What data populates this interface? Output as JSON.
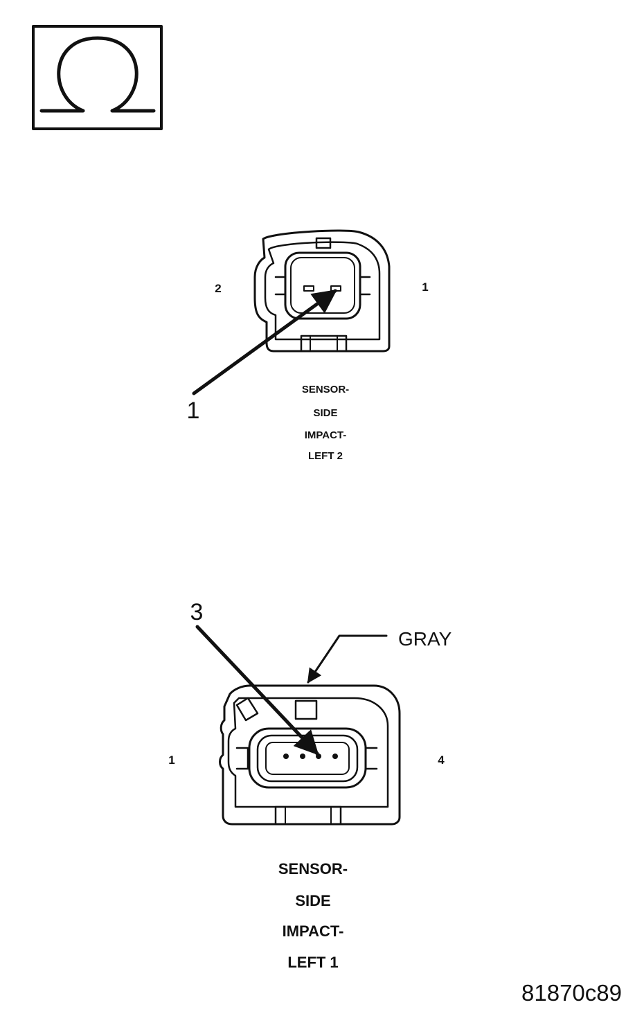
{
  "ohm_symbol": {
    "icon": "ohm-icon"
  },
  "connector_top": {
    "pin_left": "2",
    "pin_right": "1",
    "callout": "1",
    "caption": [
      "SENSOR-",
      "SIDE",
      "IMPACT-",
      "LEFT 2"
    ]
  },
  "connector_bottom": {
    "pin_left": "1",
    "pin_right": "4",
    "callout": "3",
    "color_label": "GRAY",
    "caption": [
      "SENSOR-",
      "SIDE",
      "IMPACT-",
      "LEFT 1"
    ]
  },
  "figure_code": "81870c89"
}
